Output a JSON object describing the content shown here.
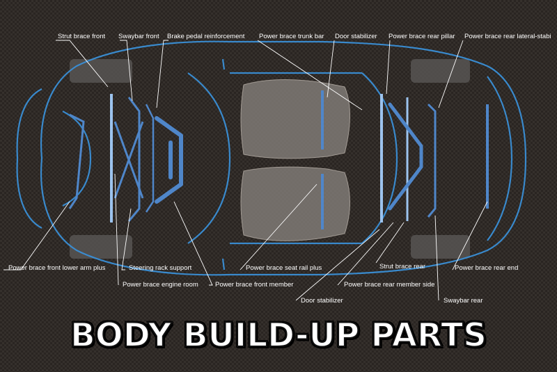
{
  "title": "BODY BUILD-UP PARTS",
  "colors": {
    "outline": "#3a8fd6",
    "part": "#4f86c9",
    "part_light": "#9cc3ee",
    "leader": "#ffffff",
    "tire": "#555"
  },
  "labels": {
    "strut_brace_front": "Strut brace front",
    "swaybar_front": "Swaybar front",
    "brake_pedal_reinforcement": "Brake pedal reinforcement",
    "power_brace_trunk_bar": "Power brace trunk bar",
    "door_stabilizer_top": "Door stabilizer",
    "power_brace_rear_pillar": "Power brace rear  pillar",
    "power_brace_rear_lateral_stabi": "Power brace rear  lateral-stabi",
    "power_brace_front_lower_arm_plus": "Power brace front lower arm plus",
    "steering_rack_support": "Steering rack support",
    "power_brace_engine_room": "Power brace engine room",
    "power_brace_front_member": "Power brace front member",
    "power_brace_seat_rail_plus": "Power brace seat rail plus",
    "strut_brace_rear": "Strut brace rear",
    "power_brace_rear_member_side": "Power brace rear member side",
    "power_brace_rear_end": "Power brace rear end",
    "door_stabilizer_bottom": "Door stabilizer",
    "swaybar_rear": "Swaybar rear"
  }
}
